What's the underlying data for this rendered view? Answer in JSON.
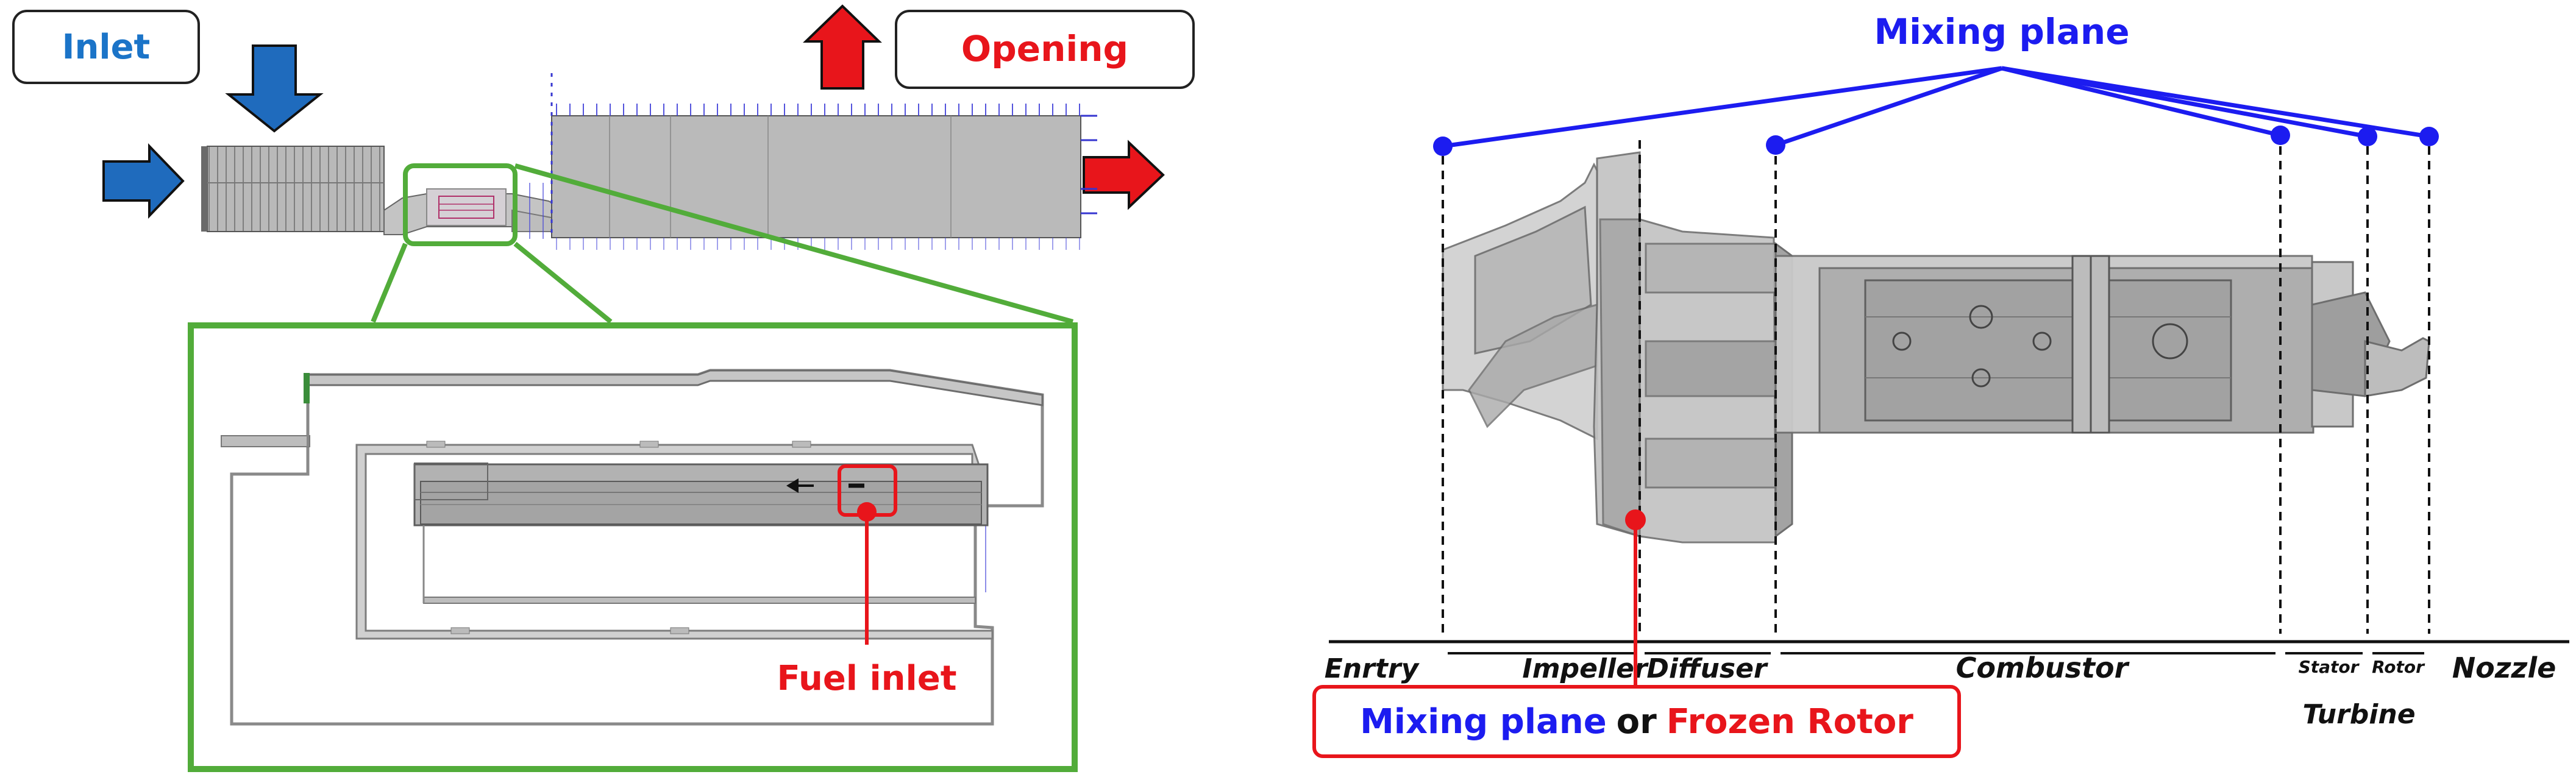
{
  "left_panel": {
    "inlet_label": "Inlet",
    "opening_label": "Opening",
    "fuel_inlet_label": "Fuel inlet"
  },
  "right_panel": {
    "mixing_plane_title": "Mixing plane",
    "sections": [
      "Enrtry",
      "Impeller",
      "Diffuser",
      "Combustor",
      "Stator",
      "Rotor",
      "Nozzle"
    ],
    "turbine_label": "Turbine",
    "legend": {
      "part1": "Mixing plane",
      "part2": "or",
      "part3": "Frozen Rotor"
    }
  },
  "colors": {
    "blue_text": "#1b74c8",
    "red": "#e8151b",
    "green": "#52ac3a",
    "mixing_blue": "#1c1cf0",
    "arrow_blue": "#1f6bbd"
  }
}
